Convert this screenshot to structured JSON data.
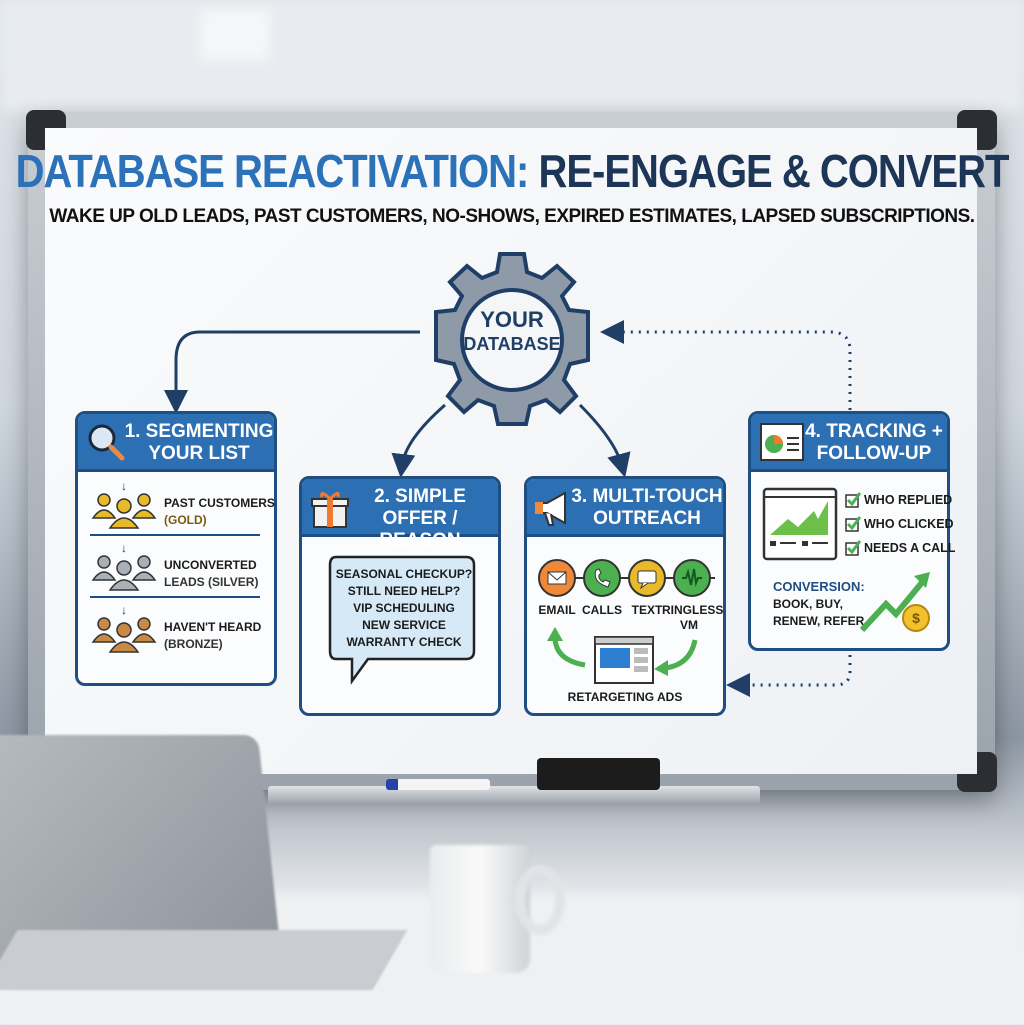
{
  "title": {
    "part1": "DATABASE REACTIVATION:",
    "part2": "RE-ENGAGE & CONVERT"
  },
  "subtitle": "WAKE UP OLD LEADS, PAST CUSTOMERS, NO-SHOWS, EXPIRED ESTIMATES, LAPSED SUBSCRIPTIONS.",
  "hub": {
    "line1": "YOUR",
    "line2": "DATABASE"
  },
  "step1": {
    "title_line1": "1. SEGMENTING",
    "title_line2": "YOUR LIST",
    "segments": [
      {
        "line1": "PAST CUSTOMERS",
        "line2": "(GOLD)",
        "color": "#e8b928"
      },
      {
        "line1": "UNCONVERTED",
        "line2": "LEADS (SILVER)",
        "color": "#a9b0b8"
      },
      {
        "line1": "HAVEN'T HEARD",
        "line2": "(BRONZE)",
        "color": "#c98a45"
      }
    ]
  },
  "step2": {
    "title_line1": "2. SIMPLE",
    "title_line2": "OFFER / REASON",
    "offers": [
      "SEASONAL CHECKUP?",
      "STILL NEED HELP?",
      "VIP SCHEDULING",
      "NEW SERVICE",
      "WARRANTY CHECK"
    ]
  },
  "step3": {
    "title_line1": "3. MULTI-TOUCH",
    "title_line2": "OUTREACH",
    "channels": [
      {
        "label": "EMAIL",
        "icon": "envelope-icon",
        "color": "#f0883a"
      },
      {
        "label": "CALLS",
        "icon": "phone-icon",
        "color": "#4caf50"
      },
      {
        "label": "TEXT",
        "icon": "chat-icon",
        "color": "#e8b928"
      },
      {
        "label": "RINGLESS VM",
        "icon": "waveform-icon",
        "color": "#4caf50"
      }
    ],
    "retargeting": "RETARGETING ADS"
  },
  "step4": {
    "title_line1": "4. TRACKING +",
    "title_line2": "FOLLOW-UP",
    "checks": [
      "WHO REPLIED",
      "WHO CLICKED",
      "NEEDS A CALL"
    ],
    "conversion_label": "CONVERSION:",
    "conversion_line1": "BOOK, BUY,",
    "conversion_line2": "RENEW, REFER"
  },
  "colors": {
    "primary": "#2c6fb3",
    "navy": "#1f4f82",
    "green": "#4caf50"
  }
}
